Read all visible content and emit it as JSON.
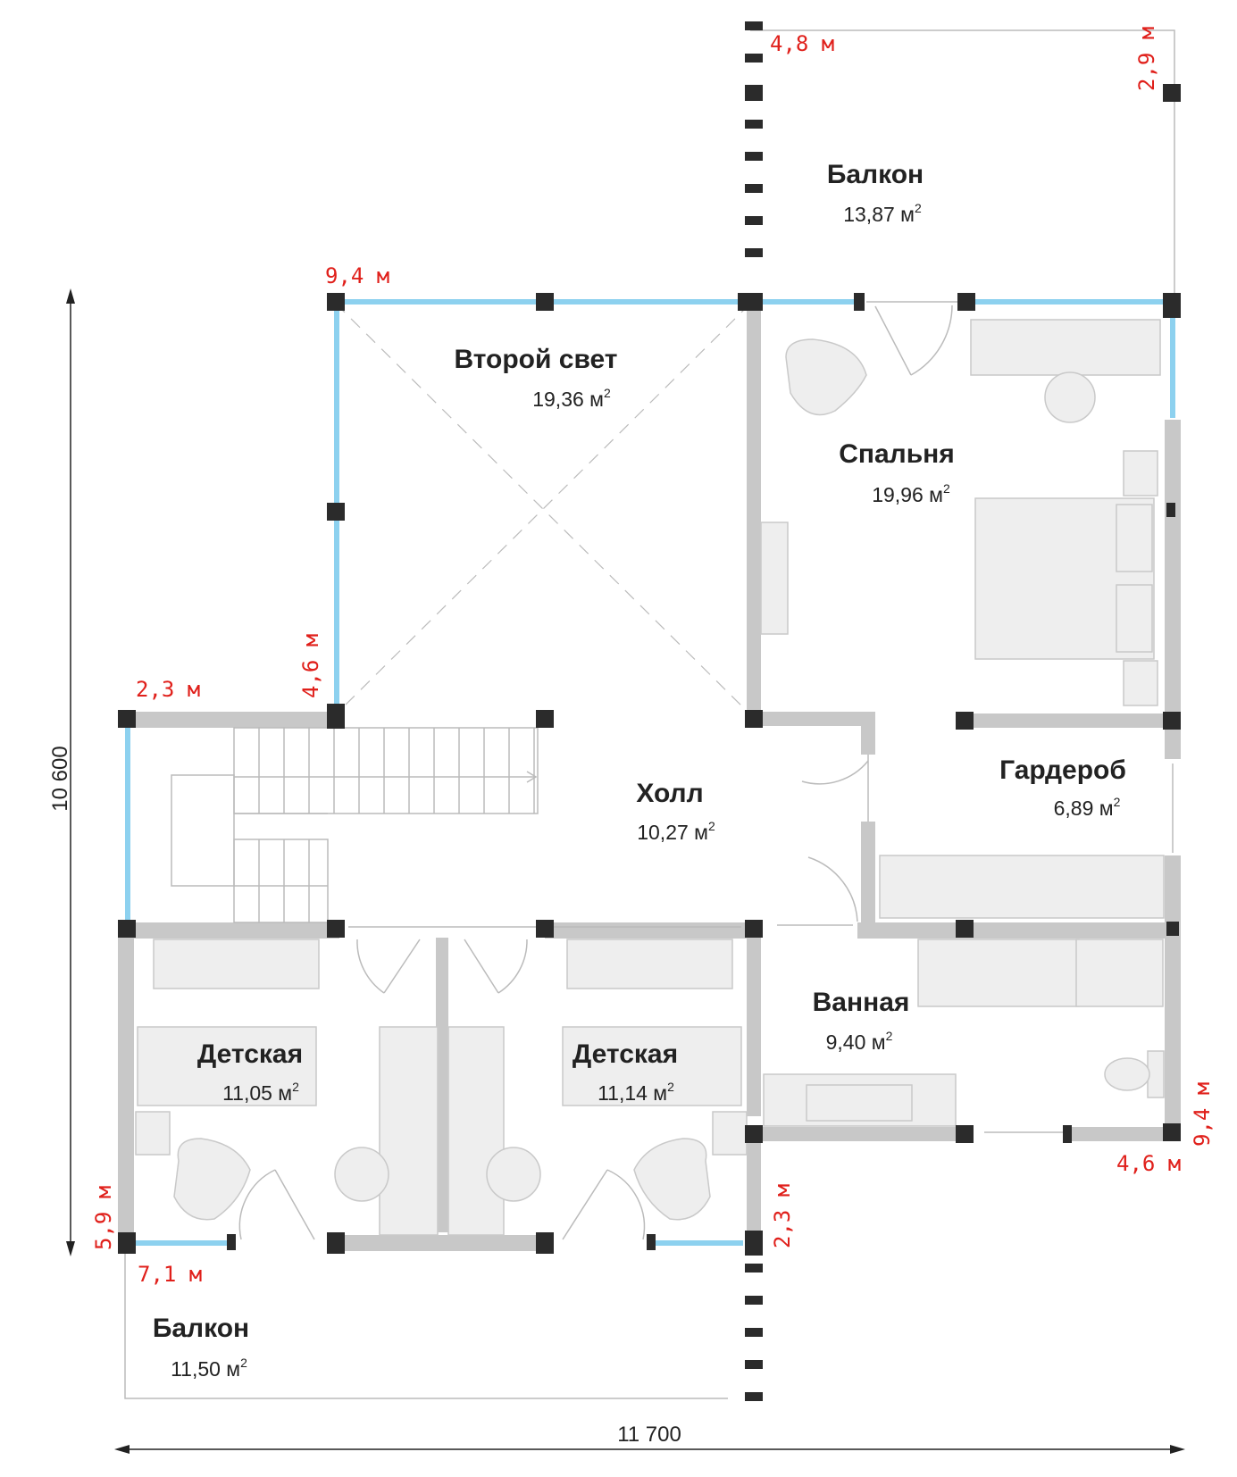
{
  "rooms": [
    {
      "name": "Балкон",
      "area": "13,87 м",
      "sup": "2"
    },
    {
      "name": "Второй свет",
      "area": "19,36 м",
      "sup": "2"
    },
    {
      "name": "Спальня",
      "area": "19,96 м",
      "sup": "2"
    },
    {
      "name": "Холл",
      "area": "10,27 м",
      "sup": "2"
    },
    {
      "name": "Гардероб",
      "area": "6,89 м",
      "sup": "2"
    },
    {
      "name": "Ванная",
      "area": "9,40 м",
      "sup": "2"
    },
    {
      "name": "Детская",
      "area": "11,05 м",
      "sup": "2"
    },
    {
      "name": "Детская",
      "area": "11,14 м",
      "sup": "2"
    },
    {
      "name": "Балкон",
      "area": "11,50 м",
      "sup": "2"
    }
  ],
  "window_dims": [
    "4,8 м",
    "2,9 м",
    "9,4 м",
    "2,3 м",
    "4,6 м",
    "9,4 м",
    "4,6 м",
    "2,3 м",
    "5,9 м",
    "7,1 м"
  ],
  "overall": {
    "height": "10 600",
    "width": "11 700"
  },
  "colors": {
    "dimension_text": "#e0201b",
    "window_glass": "#8dd1ef",
    "column": "#2b2b2b",
    "wall": "#c8c8c8"
  }
}
